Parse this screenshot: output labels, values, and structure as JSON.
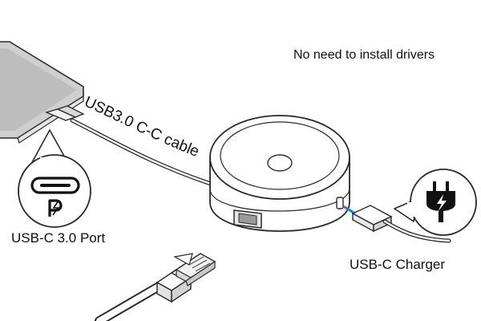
{
  "labels": {
    "note": "No need to install drivers",
    "cable": "USB3.0 C-C cable",
    "port": "USB-C 3.0 Port",
    "charger": "USB-C Charger"
  },
  "colors": {
    "line": "#2a2a2a",
    "tablet": "#d0d0d0",
    "accent": "#1f7fd6"
  },
  "icons": {
    "port_callout": "usb-c-port-icon",
    "pd_logo": "power-delivery-icon",
    "charger_callout": "power-plug-icon"
  }
}
